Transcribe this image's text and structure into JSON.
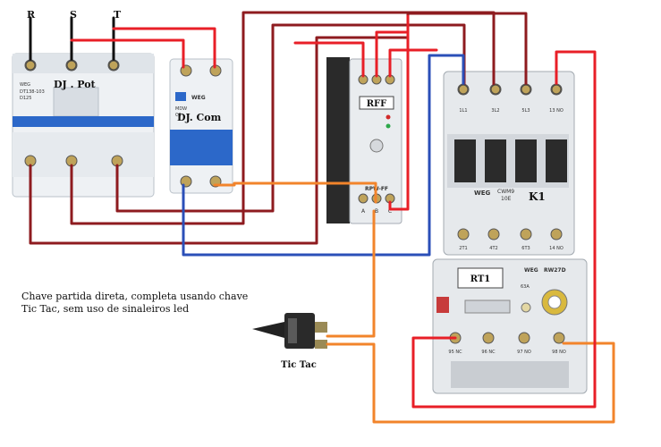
{
  "phases": [
    "R",
    "S",
    "T"
  ],
  "breaker_power": {
    "label": "DJ . Pot",
    "brand": "WEG",
    "model": "DT138-103",
    "rating": "D125"
  },
  "breaker_command": {
    "label": "DJ. Com",
    "brand": "WEG",
    "model": "MDW",
    "rating": "C6"
  },
  "phase_relay": {
    "label": "RFF",
    "model": "RPW-FF",
    "terminals": [
      "A",
      "B",
      "C"
    ]
  },
  "contactor": {
    "label": "K1",
    "brand": "WEG",
    "model": "CWM9",
    "sub_model": "10E",
    "top_terminals": [
      "1L1",
      "3L2",
      "5L3",
      "13 NO"
    ],
    "bottom_terminals": [
      "2T1",
      "4T2",
      "6T3",
      "14 NO"
    ]
  },
  "overload_relay": {
    "label": "RT1",
    "brand": "WEG",
    "model": "RW27D",
    "range": "63A",
    "terminals": [
      "95 NC",
      "96 NC",
      "97 NO",
      "98 NO"
    ]
  },
  "switch": {
    "label": "Tic Tac"
  },
  "caption": [
    "Chave partida direta, completa usando chave",
    "Tic Tac, sem uso de sinaleiros led"
  ],
  "colors": {
    "wire_red": "#e81f27",
    "wire_dark_red": "#8e1b1f",
    "wire_blue": "#2b4fb8",
    "wire_orange": "#f2842b"
  }
}
